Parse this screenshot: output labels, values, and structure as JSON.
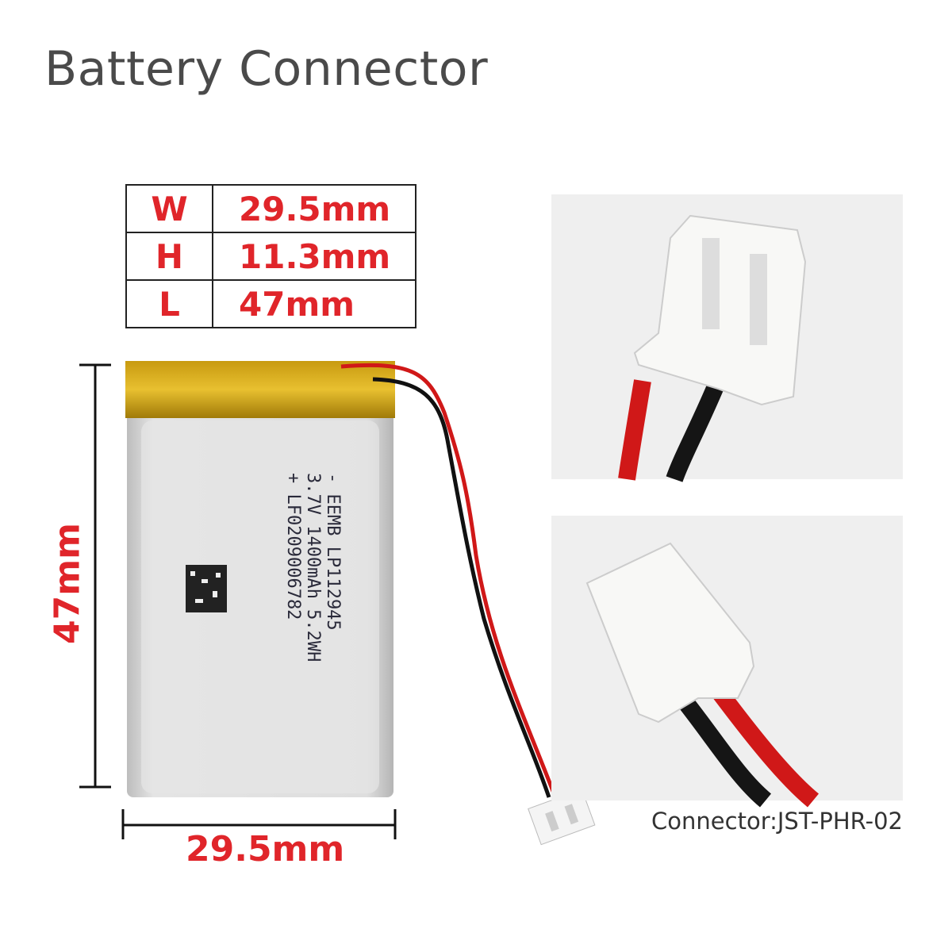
{
  "title": "Battery Connector",
  "dimensions": [
    {
      "key": "W",
      "value": "29.5mm"
    },
    {
      "key": "H",
      "value": "11.3mm"
    },
    {
      "key": "L",
      "value": "47mm"
    }
  ],
  "battery": {
    "length_label": "47mm",
    "width_label": "29.5mm",
    "label_lines": [
      "- EEMB LP112945",
      "3.7V 1400mAh 5.2WH",
      "+ LF0209006782"
    ]
  },
  "connector_caption": "Connector:JST-PHR-02",
  "colors": {
    "accent": "#e0252a",
    "title": "#4a4a4a"
  }
}
